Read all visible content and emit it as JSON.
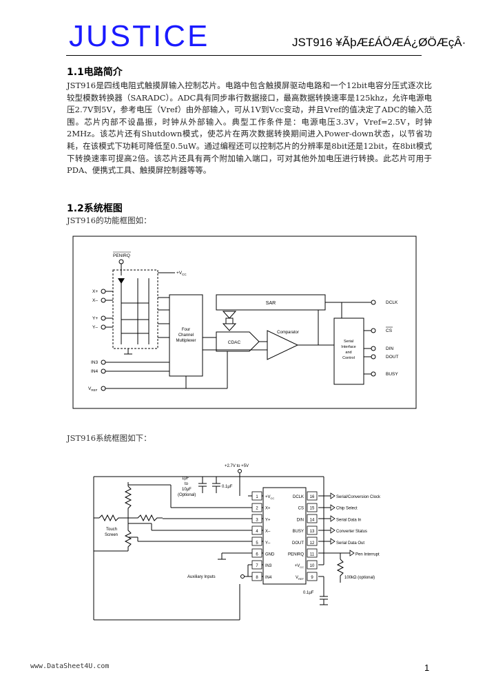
{
  "header": {
    "logo": "JUSTICE",
    "doc_title": "JST916 ¥ÃþÆ£ÁÖÆÁ¿ØÖÆçÂ·"
  },
  "section1": {
    "heading": "1.1电路简介",
    "body": "JST916是四线电阻式触摸屏输入控制芯片。电路中包含触摸屏驱动电路和一个12bit电容分压式逐次比较型模数转换器（SARADC）。ADC具有同步串行数据接口，最高数据转换速率是125khz，允许电源电压2.7V到5V，参考电压（Vref）由外部输入，可从1V到Vcc变动，并且Vref的值决定了ADC的输入范围。芯片内部不设晶振，时钟从外部输入。典型工作条件是：电源电压3.3V，Vref=2.5V，时钟2MHz。该芯片还有Shutdown模式，使芯片在两次数据转换期间进入Power-down状态，以节省功耗，在该模式下功耗可降低至0.5uW。通过编程还可以控制芯片的分辨率是8bit还是12bit，在8bit模式下转换速率可提高2倍。该芯片还具有两个附加输入端口，可对其他外加电压进行转换。此芯片可用于PDA、便携式工具、触摸屏控制器等等。"
  },
  "section2": {
    "heading": "1.2系统框图",
    "caption1": "JST916的功能框图如：",
    "caption2": "JST916系统框图如下："
  },
  "block_diagram": {
    "penirq": "PENIRQ",
    "vcc": "+V",
    "vcc_sub": "CC",
    "pins_left": [
      "X+",
      "X–",
      "Y+",
      "Y–"
    ],
    "aux_inputs": [
      "IN3",
      "IN4"
    ],
    "vref": "V",
    "vref_sub": "REF",
    "mux_label": [
      "Four",
      "Channel",
      "Multiplexer"
    ],
    "sar_label": "SAR",
    "cdac_label": "CDAC",
    "comparator_label": "Comparator",
    "serial_label": [
      "Serial",
      "Interface",
      "and",
      "Control"
    ],
    "right_pins": [
      "DCLK",
      "CS",
      "DIN",
      "DOUT",
      "BUSY"
    ]
  },
  "system_diagram": {
    "supply": "+2.7V to +5V",
    "cap1": [
      "1μF",
      "to",
      "10μF",
      "(Optional)"
    ],
    "cap2": "0.1μF",
    "touch_screen": [
      "Touch",
      "Screen"
    ],
    "aux_label": "Auxiliary Inputs",
    "left_pins": [
      {
        "num": "1",
        "name": "+V",
        "sub": "CC"
      },
      {
        "num": "2",
        "name": "X+",
        "sub": ""
      },
      {
        "num": "3",
        "name": "Y+",
        "sub": ""
      },
      {
        "num": "4",
        "name": "X–",
        "sub": ""
      },
      {
        "num": "5",
        "name": "Y–",
        "sub": ""
      },
      {
        "num": "6",
        "name": "GND",
        "sub": ""
      },
      {
        "num": "7",
        "name": "IN3",
        "sub": ""
      },
      {
        "num": "8",
        "name": "IN4",
        "sub": ""
      }
    ],
    "right_pins": [
      {
        "num": "16",
        "name": "DCLK",
        "sub": "",
        "signal": "Serial/Conversion Clock"
      },
      {
        "num": "15",
        "name": "CS",
        "sub": "",
        "signal": "Chip Select"
      },
      {
        "num": "14",
        "name": "DIN",
        "sub": "",
        "signal": "Serial Data In"
      },
      {
        "num": "13",
        "name": "BUSY",
        "sub": "",
        "signal": "Converter Status"
      },
      {
        "num": "12",
        "name": "DOUT",
        "sub": "",
        "signal": "Serial Data Out"
      },
      {
        "num": "11",
        "name": "PENIRQ",
        "sub": "",
        "signal": "Pen Interrupt"
      },
      {
        "num": "10",
        "name": "+V",
        "sub": "CC",
        "signal": ""
      },
      {
        "num": "9",
        "name": "V",
        "sub": "REF",
        "signal": ""
      }
    ],
    "resistor": "100kΩ (optional)",
    "cap3": "0.1μF"
  },
  "footer": {
    "url": "www.DataSheet4U.com",
    "page": "1"
  }
}
